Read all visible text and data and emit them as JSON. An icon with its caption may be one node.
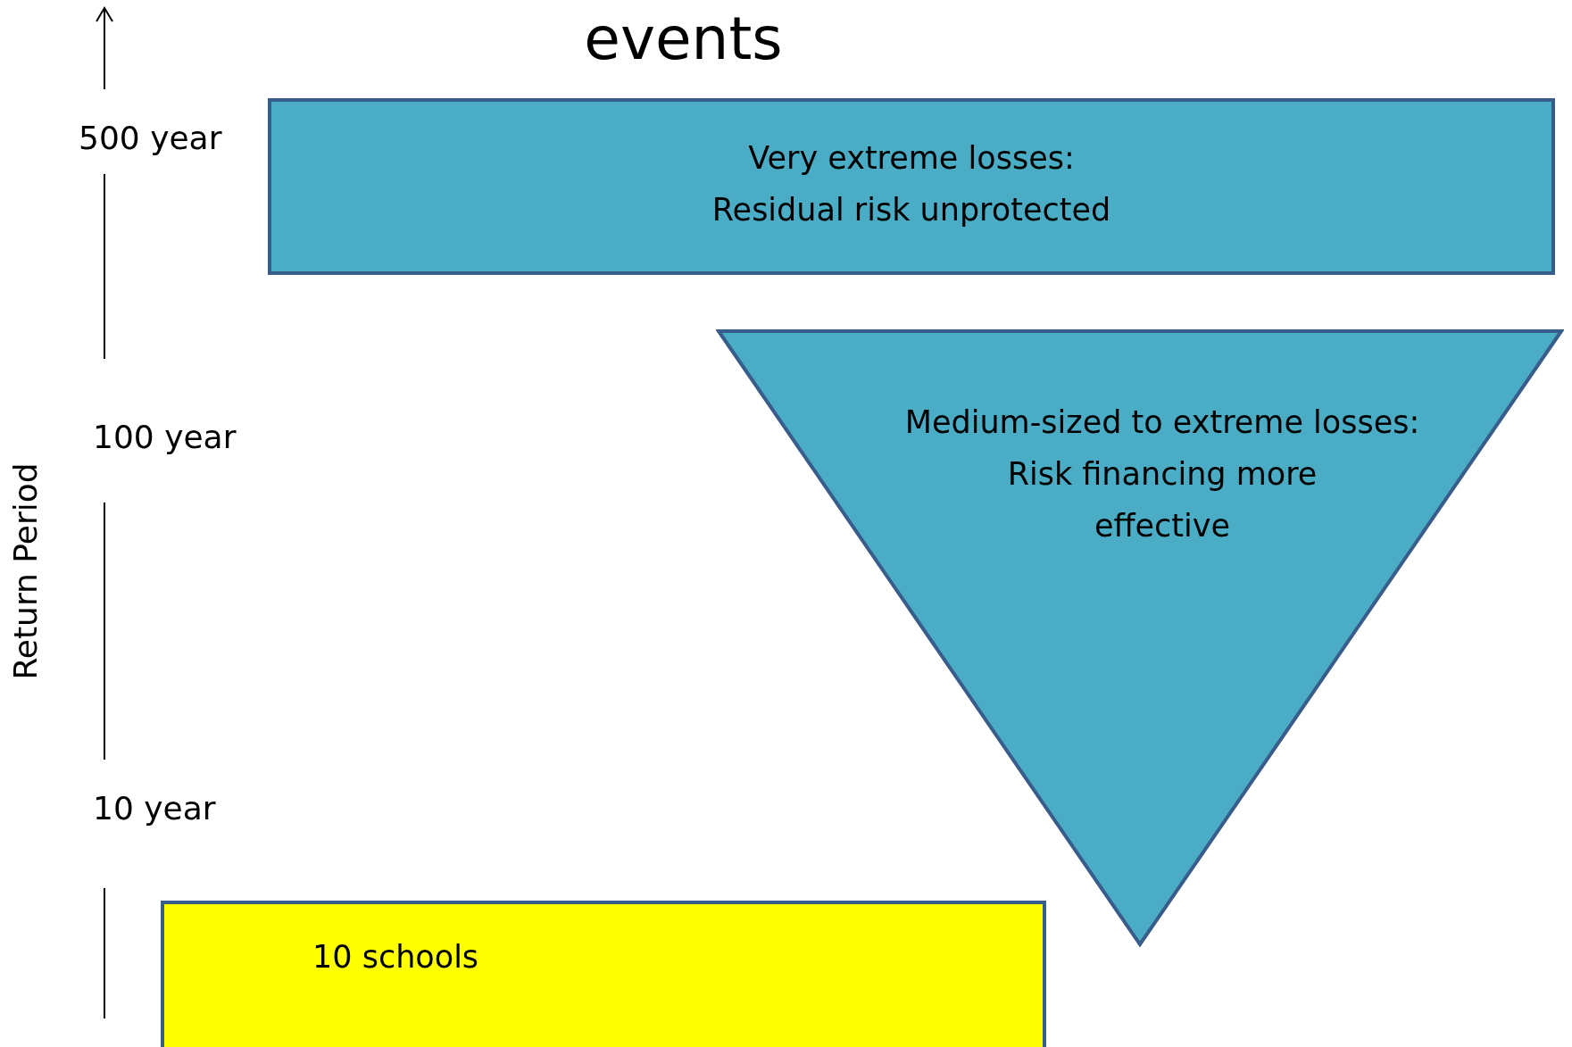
{
  "diagram": {
    "title": "events",
    "nodes": [
      {
        "text": [
          "Very extreme losses:",
          "Residual risk unprotected"
        ]
      },
      {
        "text": [
          "Medium-sized to extreme losses:",
          "Risk financing more effective"
        ]
      },
      {
        "text": [
          "10 schools"
        ]
      }
    ],
    "edges": [],
    "labels": [
      "500 year",
      "100 year",
      "10 year",
      "Return Period"
    ]
  }
}
